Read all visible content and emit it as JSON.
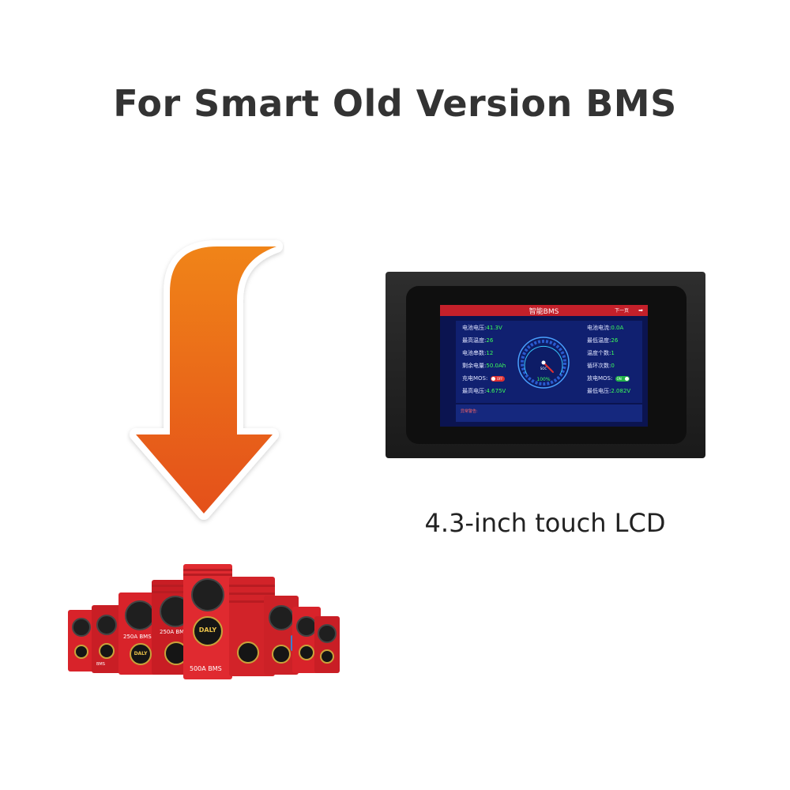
{
  "headline": "For Smart Old Version BMS",
  "caption": "4.3-inch touch LCD",
  "arrow": {
    "icon": "down-arrow-icon",
    "colors": [
      "#f07a1a",
      "#e6551a"
    ]
  },
  "lcd_screen": {
    "title": "智能BMS",
    "next_page": "下一页",
    "left_rows": [
      {
        "label": "电池电压:",
        "value": "41.3V"
      },
      {
        "label": "最高温度:",
        "value": "26"
      },
      {
        "label": "电池串数:",
        "value": "12"
      },
      {
        "label": "剩余电量:",
        "value": "50.0Ah"
      },
      {
        "label": "充电MOS:",
        "toggle": "OFF"
      },
      {
        "label": "最高电压:",
        "value": "4.675V"
      }
    ],
    "right_rows": [
      {
        "label": "电池电流:",
        "value": "0.0A"
      },
      {
        "label": "最低温度:",
        "value": "26"
      },
      {
        "label": "温度个数:",
        "value": "1"
      },
      {
        "label": "循环次数:",
        "value": "0"
      },
      {
        "label": "放电MOS:",
        "toggle": "ON"
      },
      {
        "label": "最低电压:",
        "value": "2.082V"
      }
    ],
    "gauge": {
      "label": "SOC",
      "value": "100%"
    },
    "alarm_label": "异常警告:",
    "colors": {
      "header": "#c4202a",
      "background": "#0b1450",
      "value": "#3cff5a"
    }
  },
  "bms_units": {
    "brand": "DALY",
    "sub_brand": "BMS",
    "labels": [
      "250A BMS",
      "250A BMS",
      "500A BMS"
    ]
  }
}
